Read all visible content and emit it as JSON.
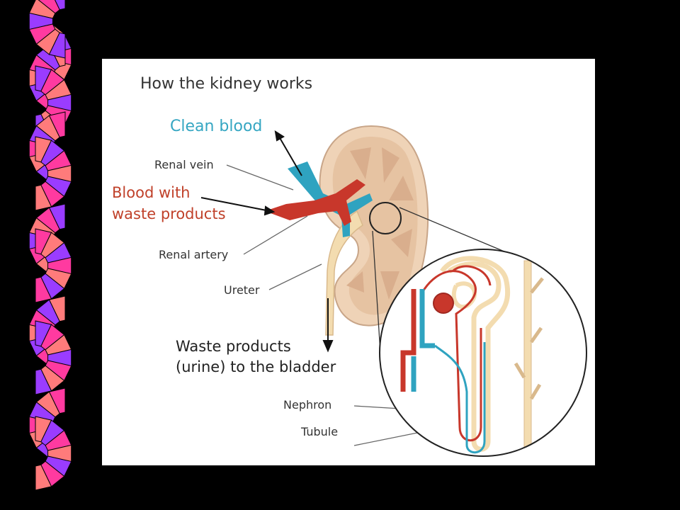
{
  "title": "How the kidney works",
  "labels": {
    "clean_blood": "Clean blood",
    "renal_vein": "Renal vein",
    "blood_waste_line1": "Blood with",
    "blood_waste_line2": "waste products",
    "renal_artery": "Renal artery",
    "ureter": "Ureter",
    "waste_line1": "Waste products",
    "waste_line2": "(urine) to the bladder",
    "nephron": "Nephron",
    "tubule": "Tubule"
  },
  "colors": {
    "background": "#000000",
    "panel": "#ffffff",
    "title_text": "#333333",
    "label_text": "#333333",
    "clean_blood_text": "#35a6c2",
    "waste_blood_text": "#c0412a",
    "artery_red": "#c8372b",
    "vein_blue": "#2fa3c0",
    "kidney_tan": "#efd3b7",
    "ureter_cream": "#f3dcb0",
    "ribbon_pink": "#ff3aa0",
    "ribbon_salmon": "#ff7b7b",
    "ribbon_purple": "#9a3cff"
  }
}
